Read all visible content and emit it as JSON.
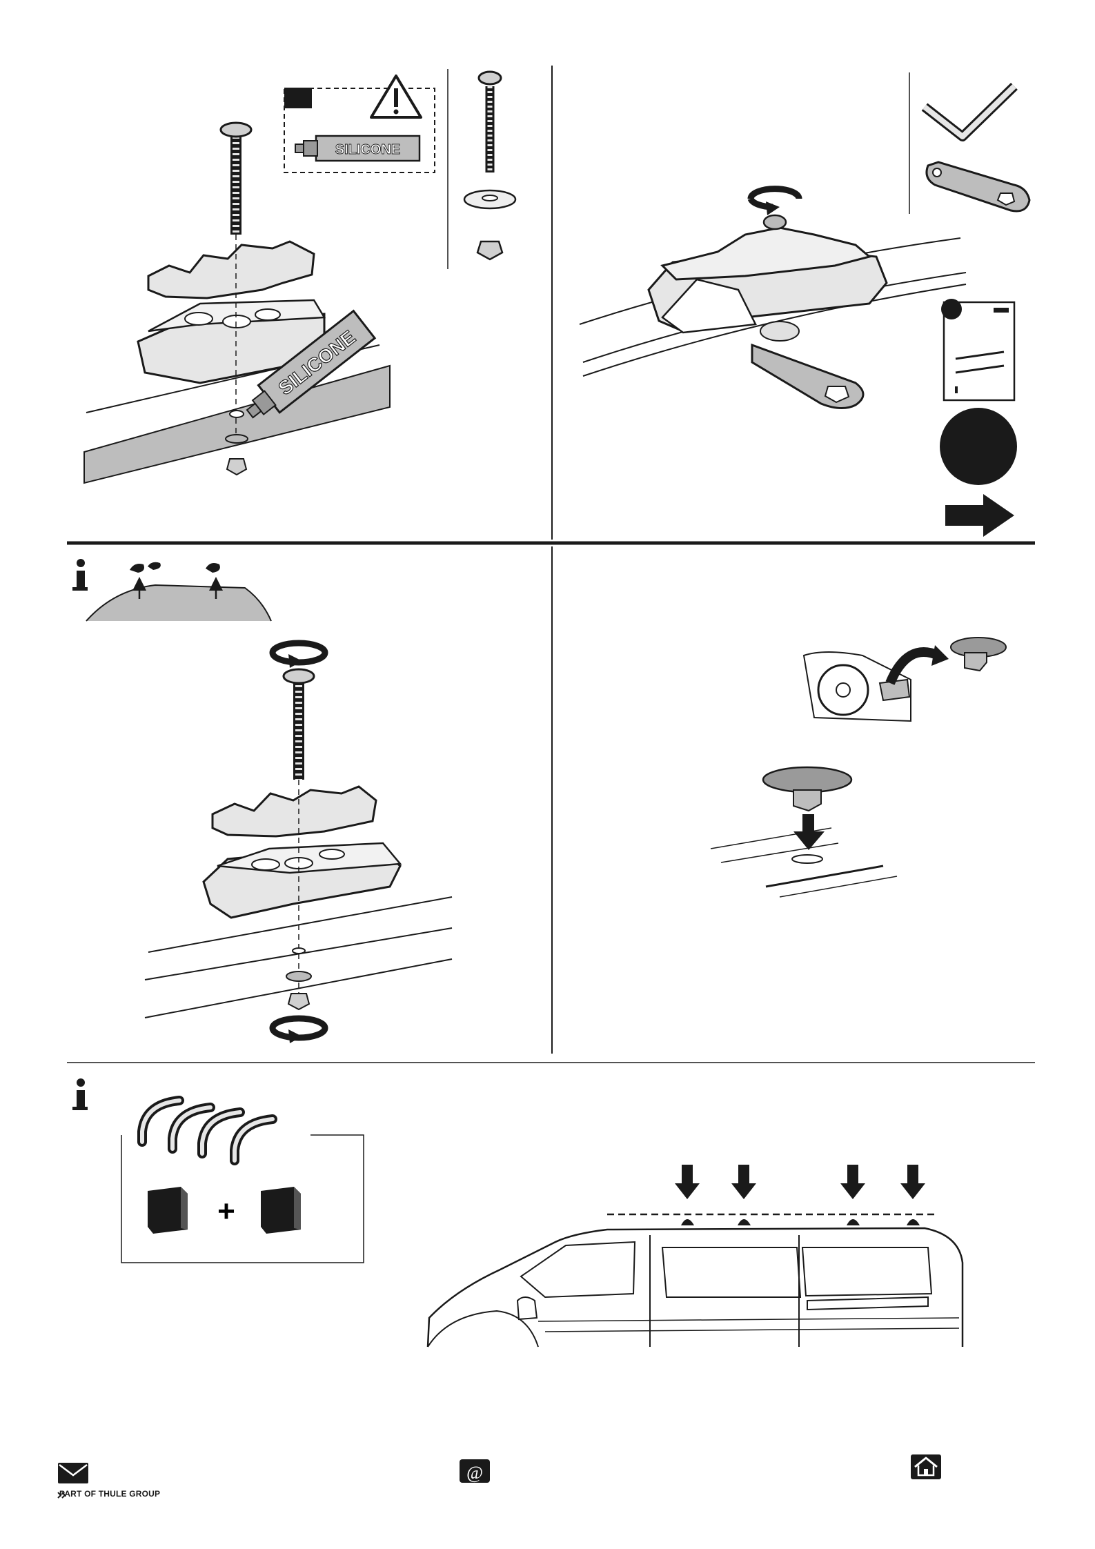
{
  "labels": {
    "silicone_small": "SILICONE",
    "silicone_large": "SILICONE",
    "plus": "+",
    "info": "i"
  },
  "footer": {
    "group_text": "PART OF THULE GROUP"
  },
  "icons": {
    "warning": "warning-triangle-icon",
    "mail": "mail-icon",
    "email": "at-sign-icon",
    "home": "home-icon",
    "next": "arrow-right-icon",
    "rotate": "rotate-icon"
  },
  "colors": {
    "ink": "#1a1a1a",
    "roof": "#bdbdbd",
    "part_fill": "#e6e6e6",
    "cap_fill": "#9a9a9a"
  }
}
